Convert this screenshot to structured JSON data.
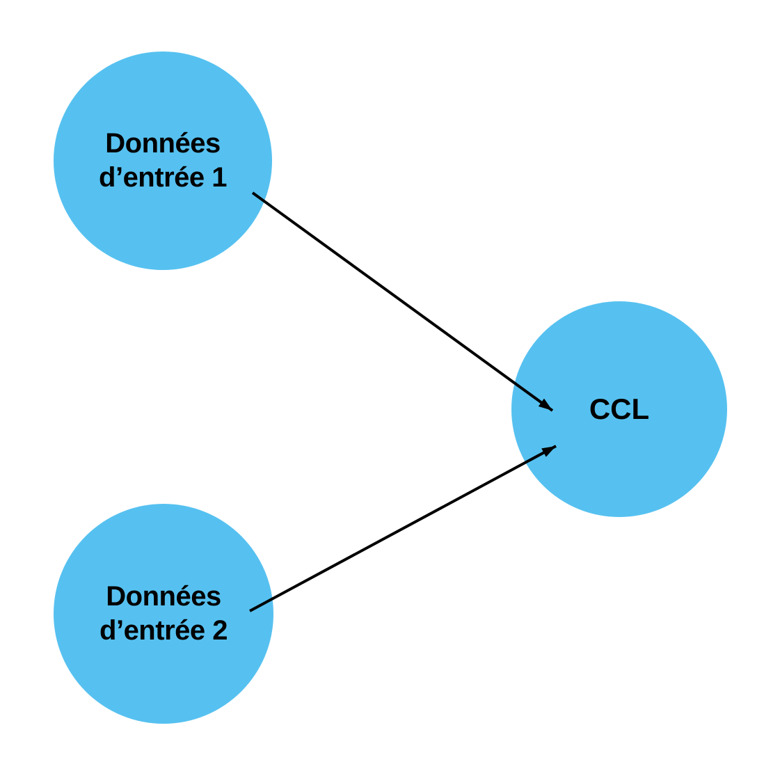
{
  "diagram": {
    "background_color": "#ffffff",
    "node_fill_color": "#56C1F0",
    "text_color": "#000000",
    "arrow_color": "#000000",
    "nodes": {
      "input1": {
        "line1": "Données",
        "line2": "d’entrée 1"
      },
      "input2": {
        "line1": "Données",
        "line2": "d’entrée 2"
      },
      "conclusion": {
        "label": "CCL"
      }
    },
    "edges": [
      {
        "from": "input1",
        "to": "conclusion"
      },
      {
        "from": "input2",
        "to": "conclusion"
      }
    ]
  }
}
